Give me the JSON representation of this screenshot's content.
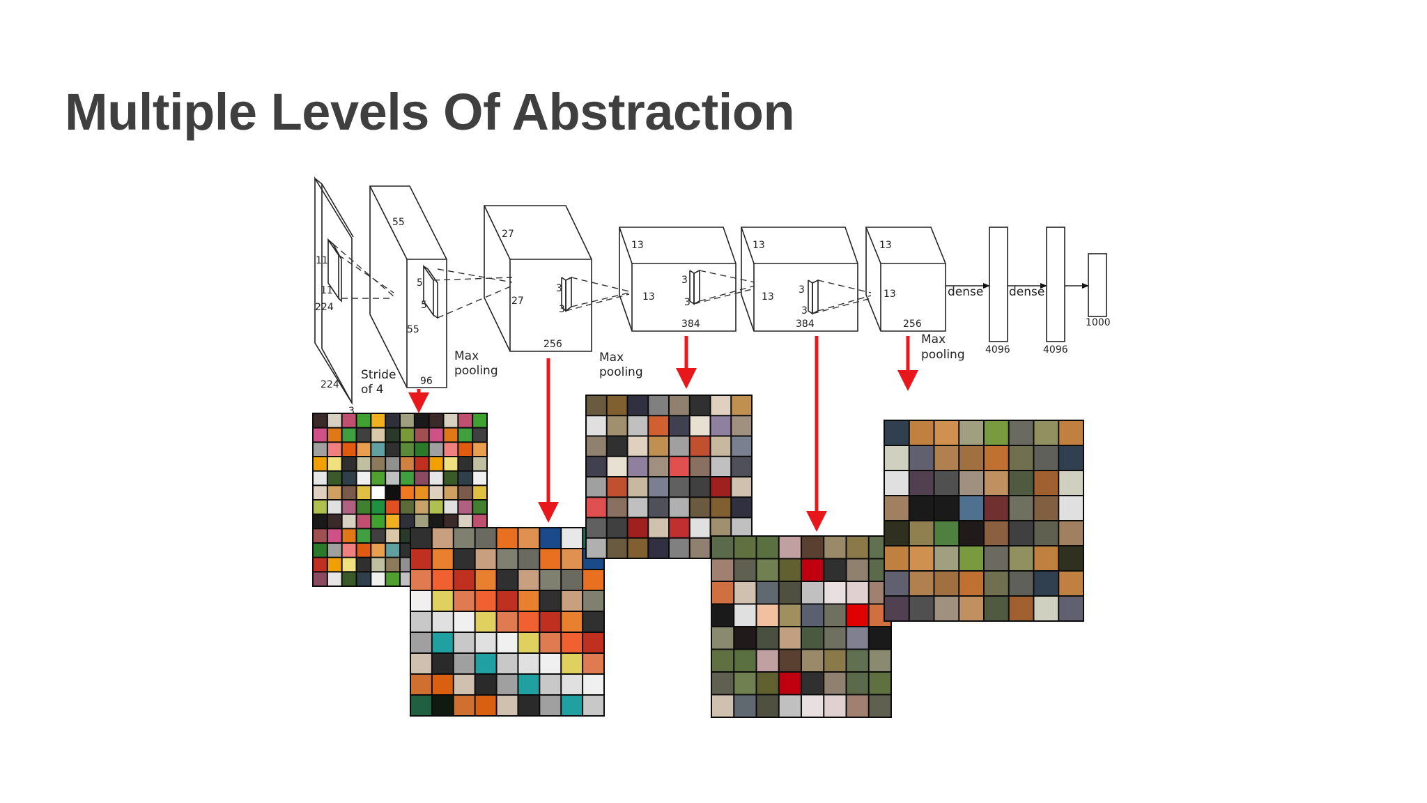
{
  "slide": {
    "title": "Multiple Levels Of Abstraction"
  },
  "network": {
    "input": {
      "height": "224",
      "width": "224",
      "depth": "3",
      "kernel_h": "11",
      "kernel_w": "11",
      "stride": "Stride of 4"
    },
    "conv1": {
      "height": "55",
      "width": "55",
      "depth": "96",
      "kernel_h": "5",
      "kernel_w": "5",
      "pool": "Max pooling"
    },
    "conv2": {
      "height": "27",
      "width": "27",
      "depth": "256",
      "kernel_h": "3",
      "kernel_w": "3",
      "pool": "Max pooling"
    },
    "conv3": {
      "height": "13",
      "width": "13",
      "depth": "384",
      "kernel_h": "3",
      "kernel_w": "3"
    },
    "conv4": {
      "height": "13",
      "width": "13",
      "depth": "384",
      "kernel_h": "3",
      "kernel_w": "3"
    },
    "conv5": {
      "height": "13",
      "width": "13",
      "depth": "256",
      "pool": "Max pooling"
    },
    "dense1": {
      "label": "dense",
      "size": "4096"
    },
    "dense2": {
      "label": "dense",
      "size": "4096"
    },
    "output": {
      "size": "1000"
    }
  },
  "colors": {
    "arrow": "#e8171b",
    "title": "#3f3f3f",
    "grid_background": "#0b0b0b"
  },
  "feature_grids": {
    "layer1": [
      "#3a2a2a",
      "#7a5a4a",
      "#c0c0a0",
      "#d9c8a8",
      "#5c6a3a",
      "#8a4a60",
      "#a0a0a0",
      "#d8d0c0",
      "#e0c040",
      "#8b7b5b",
      "#2a3a2a",
      "#c7a36a",
      "#e6e6e6",
      "#f08080",
      "#c05070",
      "#ffffff",
      "#909090",
      "#7a9a3a",
      "#b0c050",
      "#3a5a2a",
      "#e05a10",
      "#40a030",
      "#101010",
      "#d08040",
      "#a05050",
      "#e0e0e0",
      "#30404a",
      "#e8a050",
      "#f0b020",
      "#f07820",
      "#c03020",
      "#d05088",
      "#b06080",
      "#f0f0f0",
      "#60a0a0",
      "#30303a",
      "#e89020",
      "#f0a000",
      "#e07818",
      "#408030",
      "#50a030",
      "#303030",
      "#a0a080",
      "#e0d0c0",
      "#f0e080",
      "#40a040",
      "#209040",
      "#c0c0c0",
      "#5a8a3a",
      "#1a1a1a",
      "#d0a060",
      "#303030",
      "#404040",
      "#e05020",
      "#40a040",
      "#2a7a2a"
    ],
    "layer2": [
      "#303030",
      "#507080",
      "#1a4a8a",
      "#2a2a2a",
      "#b0b0b0",
      "#e0d060",
      "#e8a000",
      "#c8a080",
      "#206040",
      "#e8e8e8",
      "#a0a0a0",
      "#506070",
      "#e07a50",
      "#c06020",
      "#808070",
      "#101a10",
      "#2a6a5a",
      "#20a0a0",
      "#888888",
      "#f06030",
      "#e8e8e8",
      "#6a6a60",
      "#d07030",
      "#e06a20",
      "#c8c8c8",
      "#2a2a2a",
      "#c03020",
      "#f08040",
      "#e87020",
      "#d86010",
      "#a0a090",
      "#e0e0e0",
      "#404040",
      "#e88030",
      "#d05010",
      "#e09050",
      "#d0c0b0",
      "#909090",
      "#f0f0f0",
      "#c0a080"
    ],
    "layer3": [
      "#6a5a40",
      "#404040",
      "#8a7060",
      "#c05030",
      "#e8e0d0",
      "#303030",
      "#a09070",
      "#806030",
      "#a02020",
      "#c0c0c0",
      "#c8b8a0",
      "#9080a0",
      "#e0d0c0",
      "#c0c0c0",
      "#303040",
      "#d0c0b0",
      "#50505a",
      "#7a8090",
      "#a09080",
      "#c09050",
      "#d06030",
      "#808080",
      "#c03030",
      "#b0b0b0",
      "#606060",
      "#e05050",
      "#a0a0a0",
      "#404050",
      "#908070",
      "#e0e0e0"
    ],
    "layer4": [
      "#5a6a4a",
      "#708050",
      "#c0c0c0",
      "#e00000",
      "#e0e0e0",
      "#c0a080",
      "#8a7a4a",
      "#607040",
      "#606030",
      "#e8e0e0",
      "#d07040",
      "#f0c0a0",
      "#4a5a40",
      "#607050",
      "#5a7040",
      "#c00010",
      "#e0d0d0",
      "#d0c0b0",
      "#a09060",
      "#707060",
      "#8a8a70",
      "#c0a0a0",
      "#303030",
      "#a08070",
      "#606870",
      "#5a6070",
      "#808090",
      "#201a1a",
      "#5a4030",
      "#908070",
      "#606050",
      "#505040",
      "#707060",
      "#1a1a1a",
      "#4a5040",
      "#9a8a6a"
    ],
    "layer5": [
      "#304050",
      "#b08050",
      "#c09060",
      "#806040",
      "#1a1a1a",
      "#201a1a",
      "#909060",
      "#c08040",
      "#a07040",
      "#505a40",
      "#e0e0e0",
      "#1a1a1a",
      "#8a6040",
      "#c08040",
      "#d09050",
      "#c07030",
      "#a06030",
      "#504050",
      "#507090",
      "#404040",
      "#303020",
      "#a0a080",
      "#707050",
      "#d0d0c0",
      "#505050",
      "#703030",
      "#606050",
      "#908050",
      "#7a9a40",
      "#60605a",
      "#606070",
      "#a09080",
      "#707060",
      "#a08060",
      "#508040",
      "#6a6a60"
    ]
  }
}
